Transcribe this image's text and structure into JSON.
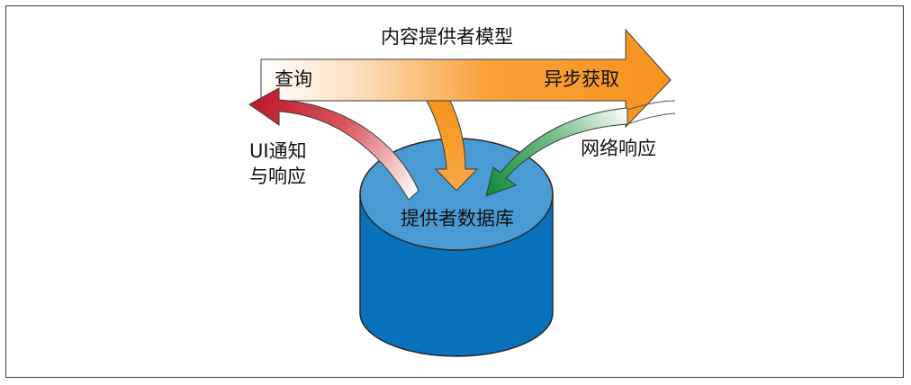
{
  "labels": {
    "title": "内容提供者模型",
    "query": "查询",
    "async_fetch": "异步获取",
    "network_response": "网络响应",
    "ui_notify_line1": "UI通知",
    "ui_notify_line2": "与响应",
    "database": "提供者数据库"
  },
  "colors": {
    "cylinder_side": "#0872bd",
    "cylinder_top": "#4a9bd3",
    "orange": "#f7941d",
    "red": "#c0202a",
    "green": "#138a3c",
    "border": "#3a3a3a"
  }
}
